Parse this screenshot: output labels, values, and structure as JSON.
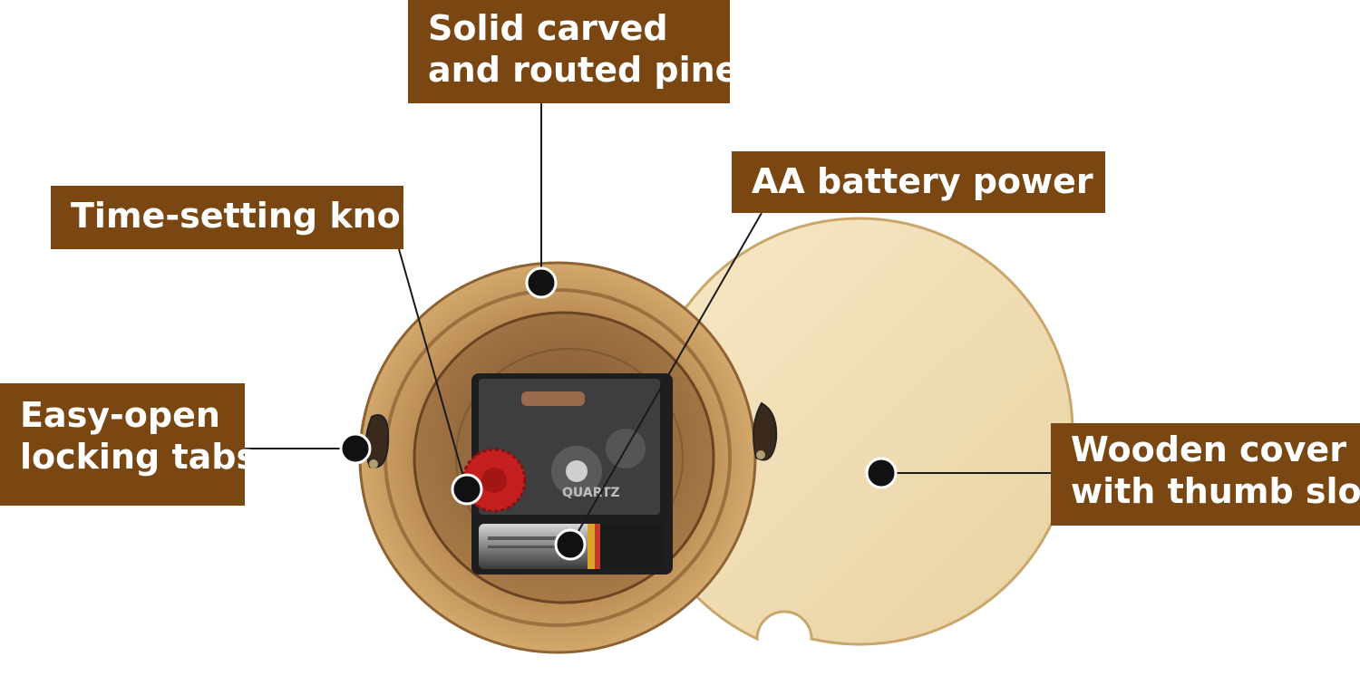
{
  "colors": {
    "callout_bg": "#7a4713",
    "callout_text": "#ffffff",
    "leader_line": "#1a1a1a",
    "wood": "#b98a52",
    "cover": "#f2dfb8"
  },
  "callouts": {
    "pine": {
      "line1": "Solid carved",
      "line2": "and routed pine"
    },
    "battery": {
      "line1": "AA battery power"
    },
    "knob": {
      "line1": "Time-setting knob"
    },
    "tabs": {
      "line1": "Easy-open",
      "line2": "locking tabs"
    },
    "cover": {
      "line1": "Wooden cover",
      "line2": "with thumb slot"
    }
  },
  "movement_label": "QUARTZ"
}
